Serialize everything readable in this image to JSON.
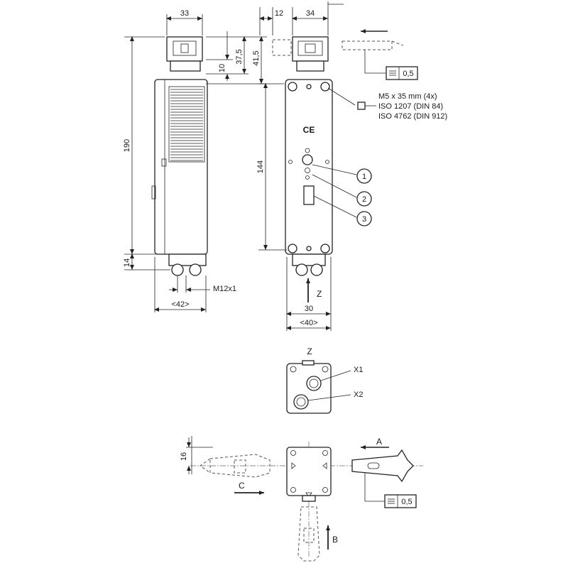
{
  "dimensions": {
    "top_width_side": "33",
    "top_offset": "12",
    "top_width_front": "34",
    "height_190": "190",
    "height_144": "144",
    "height_14": "14",
    "dim_10": "10",
    "dim_37_5": "37,5",
    "dim_41_5": "41,5",
    "width_42": "<42>",
    "width_30": "30",
    "width_40": "<40>",
    "connector_thread": "M12x1",
    "dim_16": "16"
  },
  "screw_note": {
    "line1": "M5 x 35 mm (4x)",
    "line2": "ISO 1207 (DIN 84)",
    "line3": "ISO 4762 (DIN 912)"
  },
  "tolerance": {
    "value_top": "0,5",
    "value_bottom": "0,5"
  },
  "callouts": [
    "1",
    "2",
    "3"
  ],
  "ce_mark": "CE",
  "view_labels": {
    "z_arrow": "Z",
    "z_view_title": "Z",
    "x1": "X1",
    "x2": "X2",
    "a": "A",
    "b": "B",
    "c": "C"
  }
}
